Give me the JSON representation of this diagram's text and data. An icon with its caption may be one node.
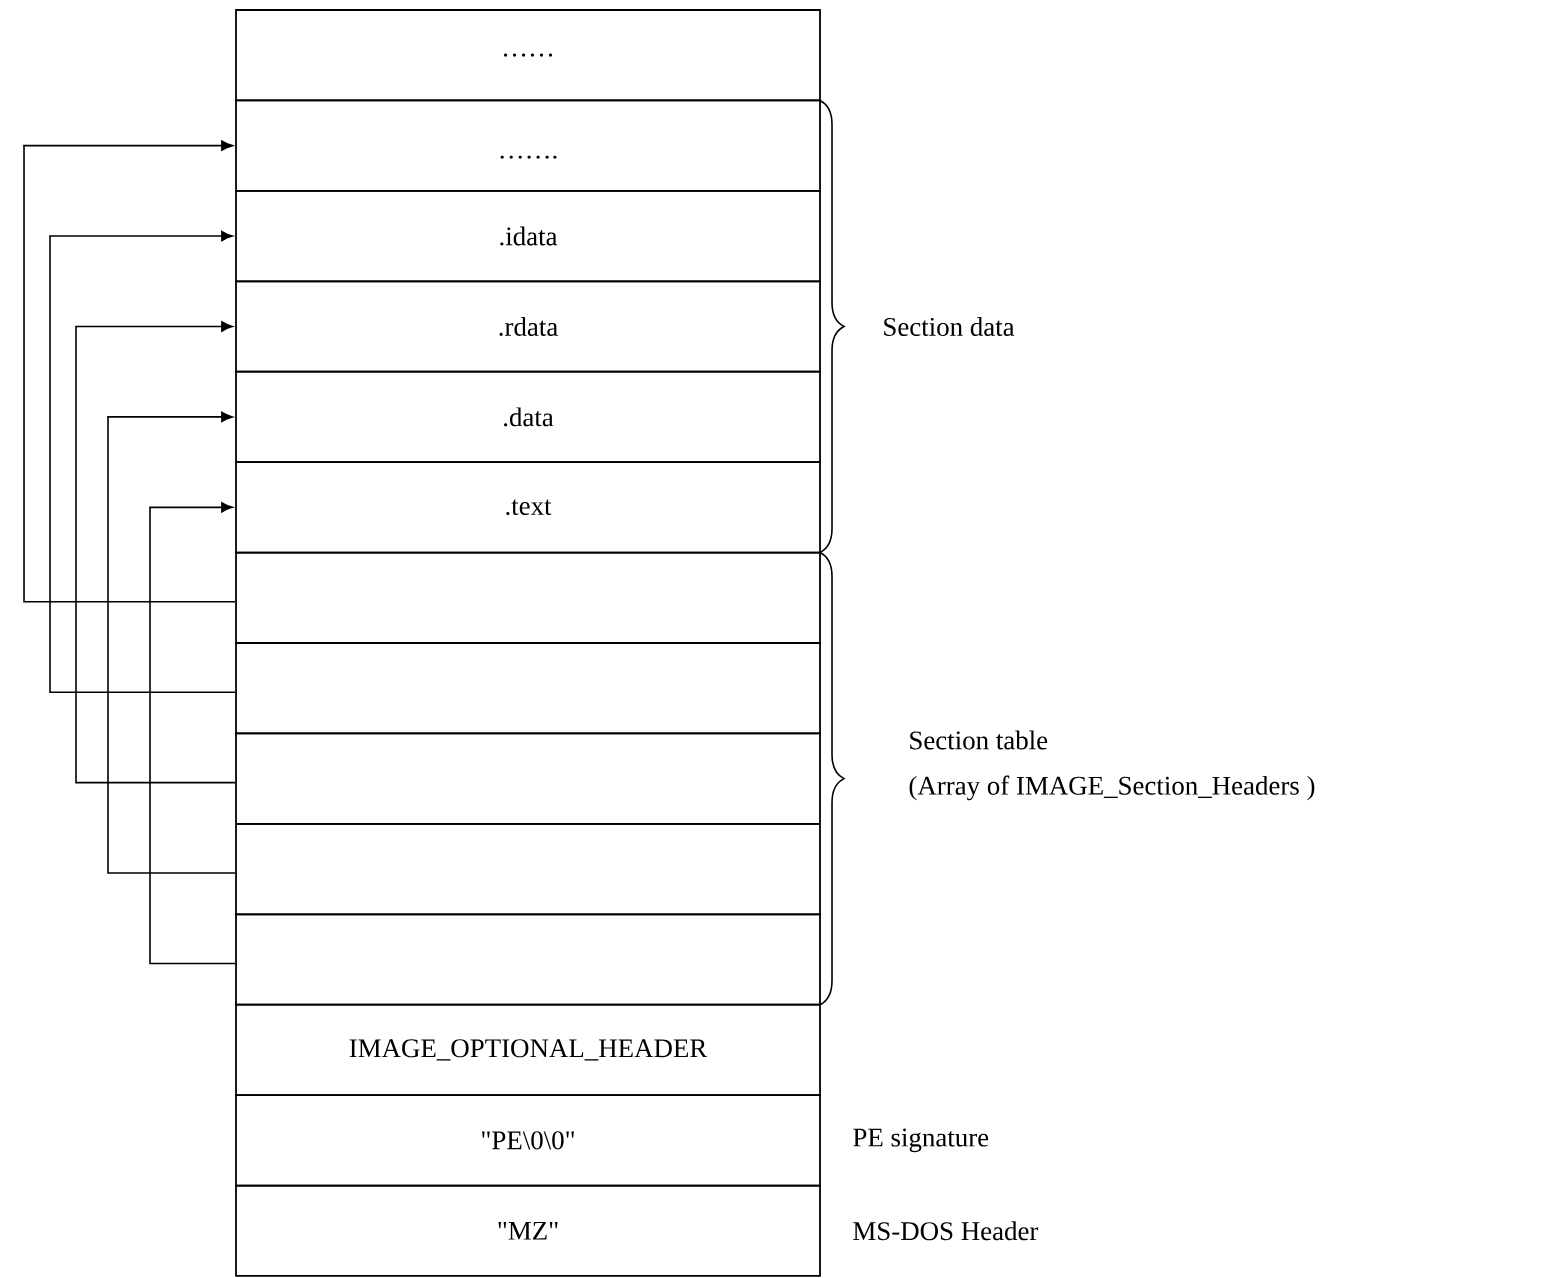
{
  "diagram": {
    "nodes": [
      {
        "text": [
          "……"
        ]
      },
      {
        "text": [
          "……."
        ]
      },
      {
        "text": [
          ".idata"
        ]
      },
      {
        "text": [
          ".rdata"
        ]
      },
      {
        "text": [
          ".data"
        ]
      },
      {
        "text": [
          ".text"
        ]
      },
      {
        "text": [],
        "shape": "box"
      },
      {
        "text": [],
        "shape": "box"
      },
      {
        "text": [],
        "shape": "box"
      },
      {
        "text": [],
        "shape": "box"
      },
      {
        "text": [],
        "shape": "box"
      },
      {
        "text": [
          "IMAGE_OPTIONAL_HEADER"
        ]
      },
      {
        "text": [
          "\"PE\\0\\0\""
        ],
        "beside": [
          "PE signature"
        ]
      },
      {
        "text": [
          "\"MZ\""
        ],
        "beside": [
          "MS-DOS Header"
        ]
      }
    ],
    "edges": [
      {
        "from": 6,
        "to": 1,
        "arrow": "to"
      },
      {
        "from": 7,
        "to": 2,
        "arrow": "to"
      },
      {
        "from": 8,
        "to": 3,
        "arrow": "to"
      },
      {
        "from": 9,
        "to": 4,
        "arrow": "to"
      },
      {
        "from": 10,
        "to": 5,
        "arrow": "to"
      }
    ],
    "labels": [
      "Section data",
      "Section table",
      "(Array of IMAGE_Section_Headers )"
    ]
  }
}
